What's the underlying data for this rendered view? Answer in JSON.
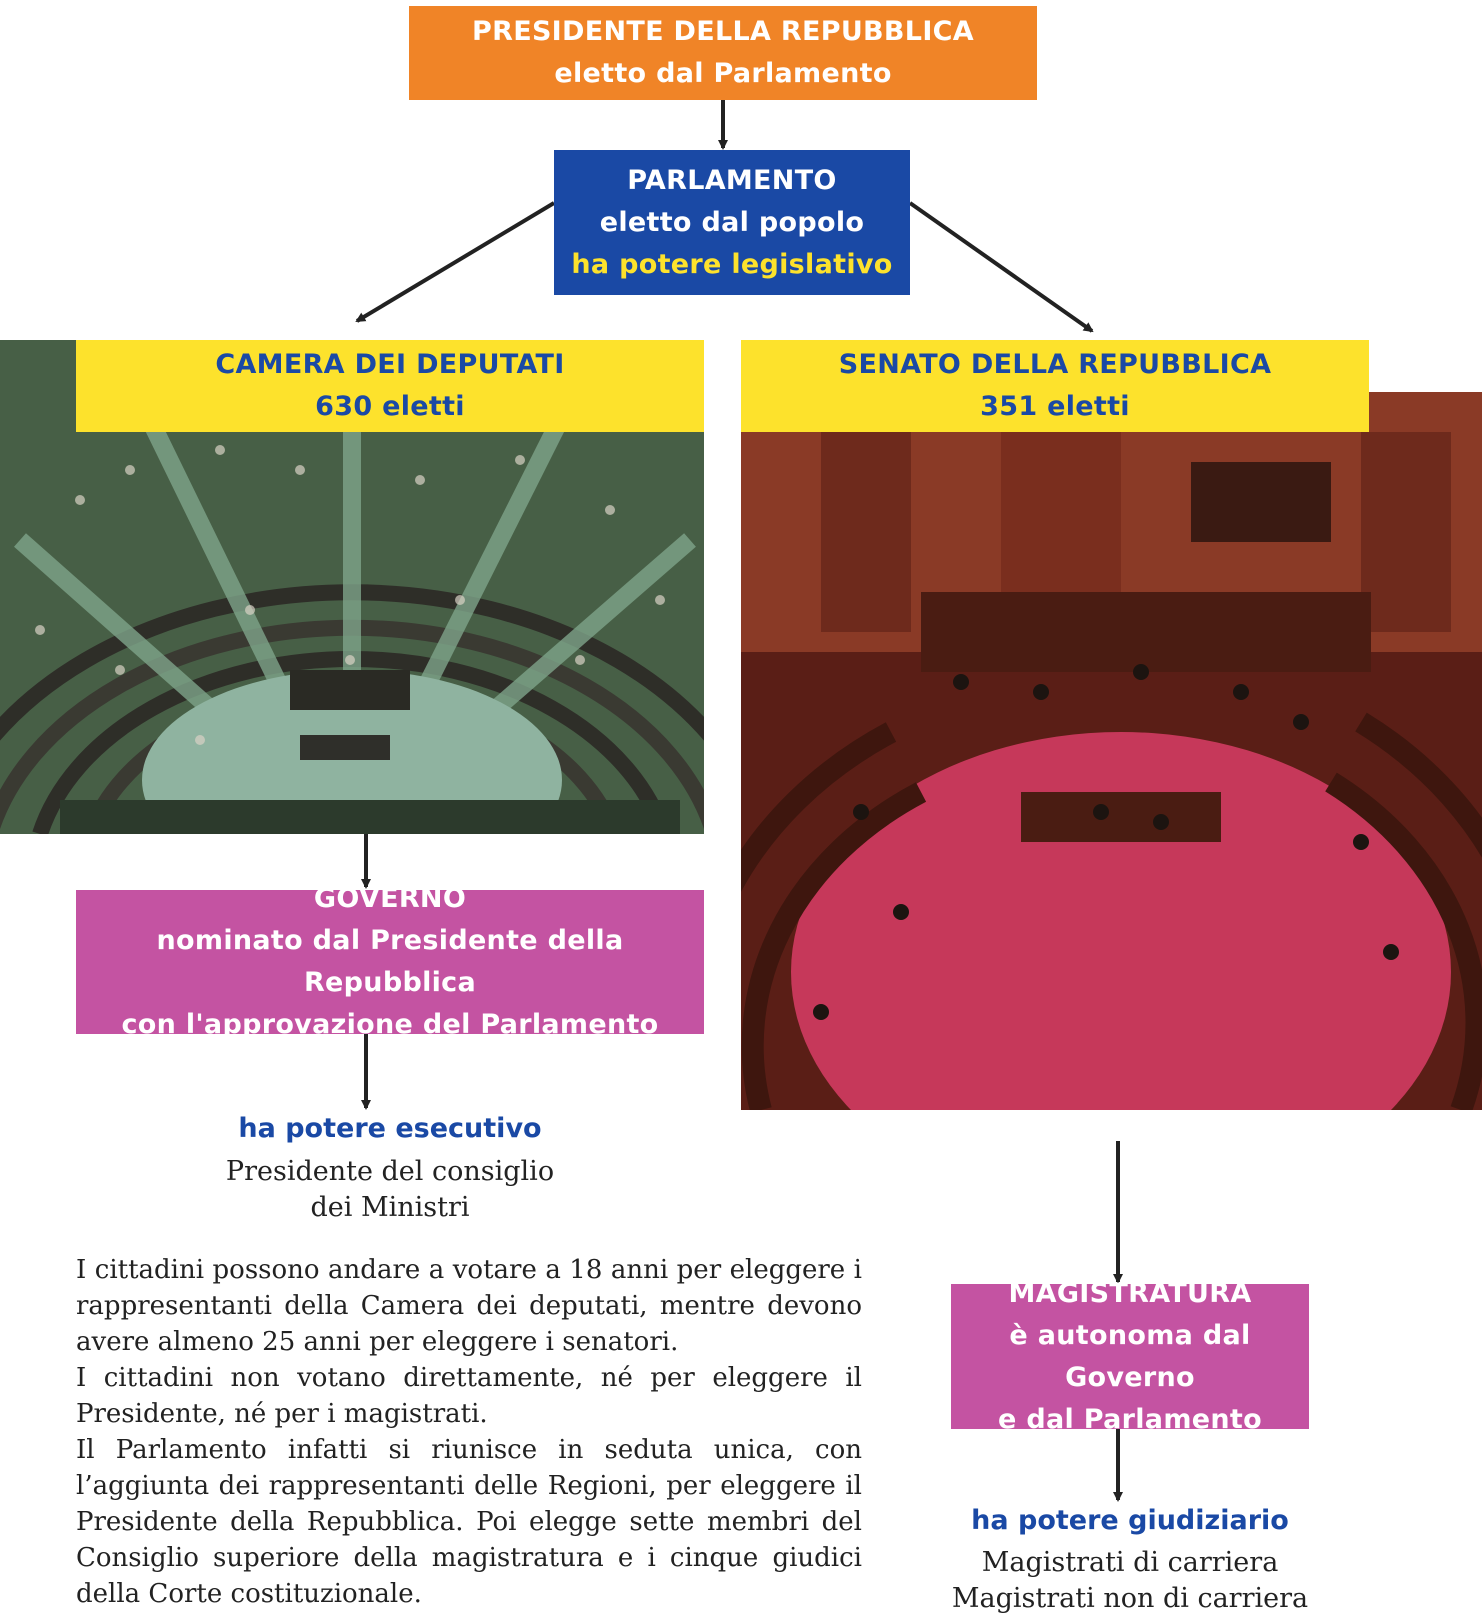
{
  "president": {
    "title": "PRESIDENTE DELLA REPUBBLICA",
    "subtitle": "eletto dal Parlamento"
  },
  "parliament": {
    "title": "PARLAMENTO",
    "line1": "eletto dal popolo",
    "line2": "ha potere legislativo"
  },
  "camera": {
    "title": "CAMERA DEI DEPUTATI",
    "count": "630 eletti"
  },
  "senato": {
    "title": "SENATO DELLA REPUBBLICA",
    "count": "351 eletti"
  },
  "governo": {
    "title": "GOVERNO",
    "line1": "nominato dal Presidente della Repubblica",
    "line2": "con l'approvazione del Parlamento",
    "power": "ha potere esecutivo",
    "member_line1": "Presidente del consiglio",
    "member_line2": "dei Ministri"
  },
  "magistratura": {
    "title": "MAGISTRATURA",
    "line1": "è autonoma dal Governo",
    "line2": "e dal Parlamento",
    "power": "ha potere giudiziario",
    "member_line1": "Magistrati di carriera",
    "member_line2": "Magistrati non di carriera"
  },
  "paragraphs": [
    "I cittadini possono andare a votare a 18 anni per eleggere i rappresentanti della Camera dei deputati, mentre devono avere almeno 25 anni per eleggere i senatori.",
    "I cittadini non votano direttamente, né per eleggere il Presidente, né per i magistrati.",
    "Il Parlamento infatti si riunisce in seduta unica, con l’aggiunta dei rappresentanti delle Regioni, per eleggere il Presidente della Repubblica. Poi elegge sette membri del Consiglio superiore della magistratura e i cinque giudici della Corte costituzionale."
  ],
  "colors": {
    "orange": "#f08427",
    "blue": "#1a49a5",
    "yellow": "#fde22c",
    "magenta": "#c453a2"
  }
}
